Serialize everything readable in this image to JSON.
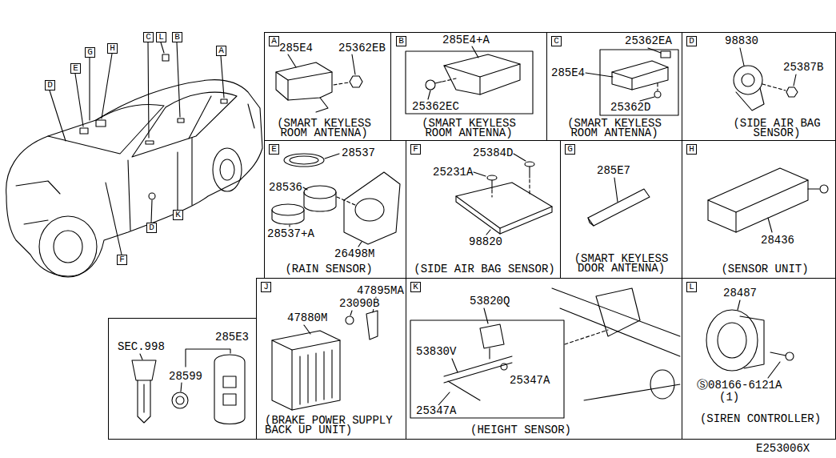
{
  "diagram": {
    "nodes": [
      {
        "text": [
          "C"
        ]
      },
      {
        "text": [
          "L"
        ]
      },
      {
        "text": [
          "B"
        ]
      },
      {
        "text": [
          "A"
        ]
      },
      {
        "text": [
          "H"
        ]
      },
      {
        "text": [
          "G"
        ]
      },
      {
        "text": [
          "E"
        ]
      },
      {
        "text": [
          "D"
        ]
      },
      {
        "text": [
          "K"
        ]
      },
      {
        "text": [
          "F"
        ]
      },
      {
        "text": [
          "D"
        ]
      },
      {
        "text": [
          "285E4",
          "25362EB",
          "(SMART KEYLESS ROOM ANTENNA)"
        ]
      },
      {
        "text": [
          "A"
        ],
        "in": 11
      },
      {
        "text": [
          "285E4+A",
          "25362EC",
          "(SMART KEYLESS ROOM ANTENNA)"
        ]
      },
      {
        "text": [
          "B"
        ],
        "in": 13
      },
      {
        "text": [
          "25362EA",
          "285E4",
          "25362D",
          "(SMART KEYLESS ROOM ANTENNA)"
        ]
      },
      {
        "text": [
          "C"
        ],
        "in": 15
      },
      {
        "text": [
          "98830",
          "25387B",
          "(SIDE AIR BAG SENSOR)"
        ]
      },
      {
        "text": [
          "D"
        ],
        "in": 17
      },
      {
        "text": [
          "28537",
          "28536",
          "28537+A",
          "26498M",
          "(RAIN SENSOR)"
        ]
      },
      {
        "text": [
          "E"
        ],
        "in": 19
      },
      {
        "text": [
          "25384D",
          "25231A",
          "98820",
          "(SIDE AIR BAG SENSOR)"
        ]
      },
      {
        "text": [
          "F"
        ],
        "in": 21
      },
      {
        "text": [
          "285E7",
          "(SMART KEYLESS DOOR ANTENNA)"
        ]
      },
      {
        "text": [
          "G"
        ],
        "in": 23
      },
      {
        "text": [
          "28436",
          "(SENSOR UNIT)"
        ]
      },
      {
        "text": [
          "H"
        ],
        "in": 25
      },
      {
        "text": [
          "SEC.998",
          "285E3",
          "28599"
        ]
      },
      {
        "text": [
          "47895MA",
          "23090B",
          "47880M",
          "(BRAKE POWER SUPPLY BACK UP UNIT)"
        ]
      },
      {
        "text": [
          "J"
        ],
        "in": 28
      },
      {
        "text": [
          "53820Q",
          "53830V",
          "25347A",
          "25347A",
          "(HEIGHT SENSOR)"
        ]
      },
      {
        "text": [
          "K"
        ],
        "in": 30
      },
      {
        "text": [
          "28487",
          "Ⓢ08166-6121A",
          "(1)",
          "(SIREN CONTROLLER)"
        ]
      },
      {
        "text": [
          "L"
        ],
        "in": 32
      }
    ],
    "labels": [
      "E253006X"
    ]
  }
}
